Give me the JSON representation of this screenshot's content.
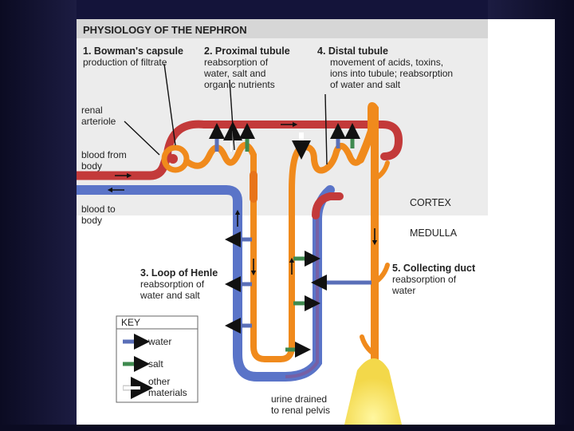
{
  "title": "PHYSIOLOGY OF THE NEPHRON",
  "zones": {
    "cortex": "CORTEX",
    "medulla": "MEDULLA"
  },
  "labels": {
    "bowman_head": "1. Bowman's capsule",
    "bowman_desc": "production of filtrate",
    "proximal_head": "2. Proximal tubule",
    "proximal_desc_1": "reabsorption of",
    "proximal_desc_2": "water, salt and",
    "proximal_desc_3": "organic nutrients",
    "distal_head": "4. Distal tubule",
    "distal_desc_1": "movement of acids, toxins,",
    "distal_desc_2": "ions into tubule; reabsorption",
    "distal_desc_3": "of water and salt",
    "renal_1": "renal",
    "renal_2": "arteriole",
    "blood_from_1": "blood from",
    "blood_from_2": "body",
    "blood_to_1": "blood to",
    "blood_to_2": "body",
    "loop_head": "3. Loop of Henle",
    "loop_desc_1": "reabsorption of",
    "loop_desc_2": "water and salt",
    "collecting_head": "5. Collecting duct",
    "collecting_desc_1": "reabsorption of",
    "collecting_desc_2": "water",
    "urine_1": "urine drained",
    "urine_2": "to renal pelvis"
  },
  "key": {
    "title": "KEY",
    "water": "water",
    "salt": "salt",
    "other_1": "other",
    "other_2": "materials"
  },
  "colors": {
    "blood_red": "#c33a3a",
    "blood_blue": "#5a74c8",
    "tubule_orange": "#f08a1c",
    "water_arrow": "#5a6fb8",
    "salt_arrow": "#3f8a4f",
    "header_band": "#d6d6d6",
    "cortex_bg": "#ececec"
  }
}
